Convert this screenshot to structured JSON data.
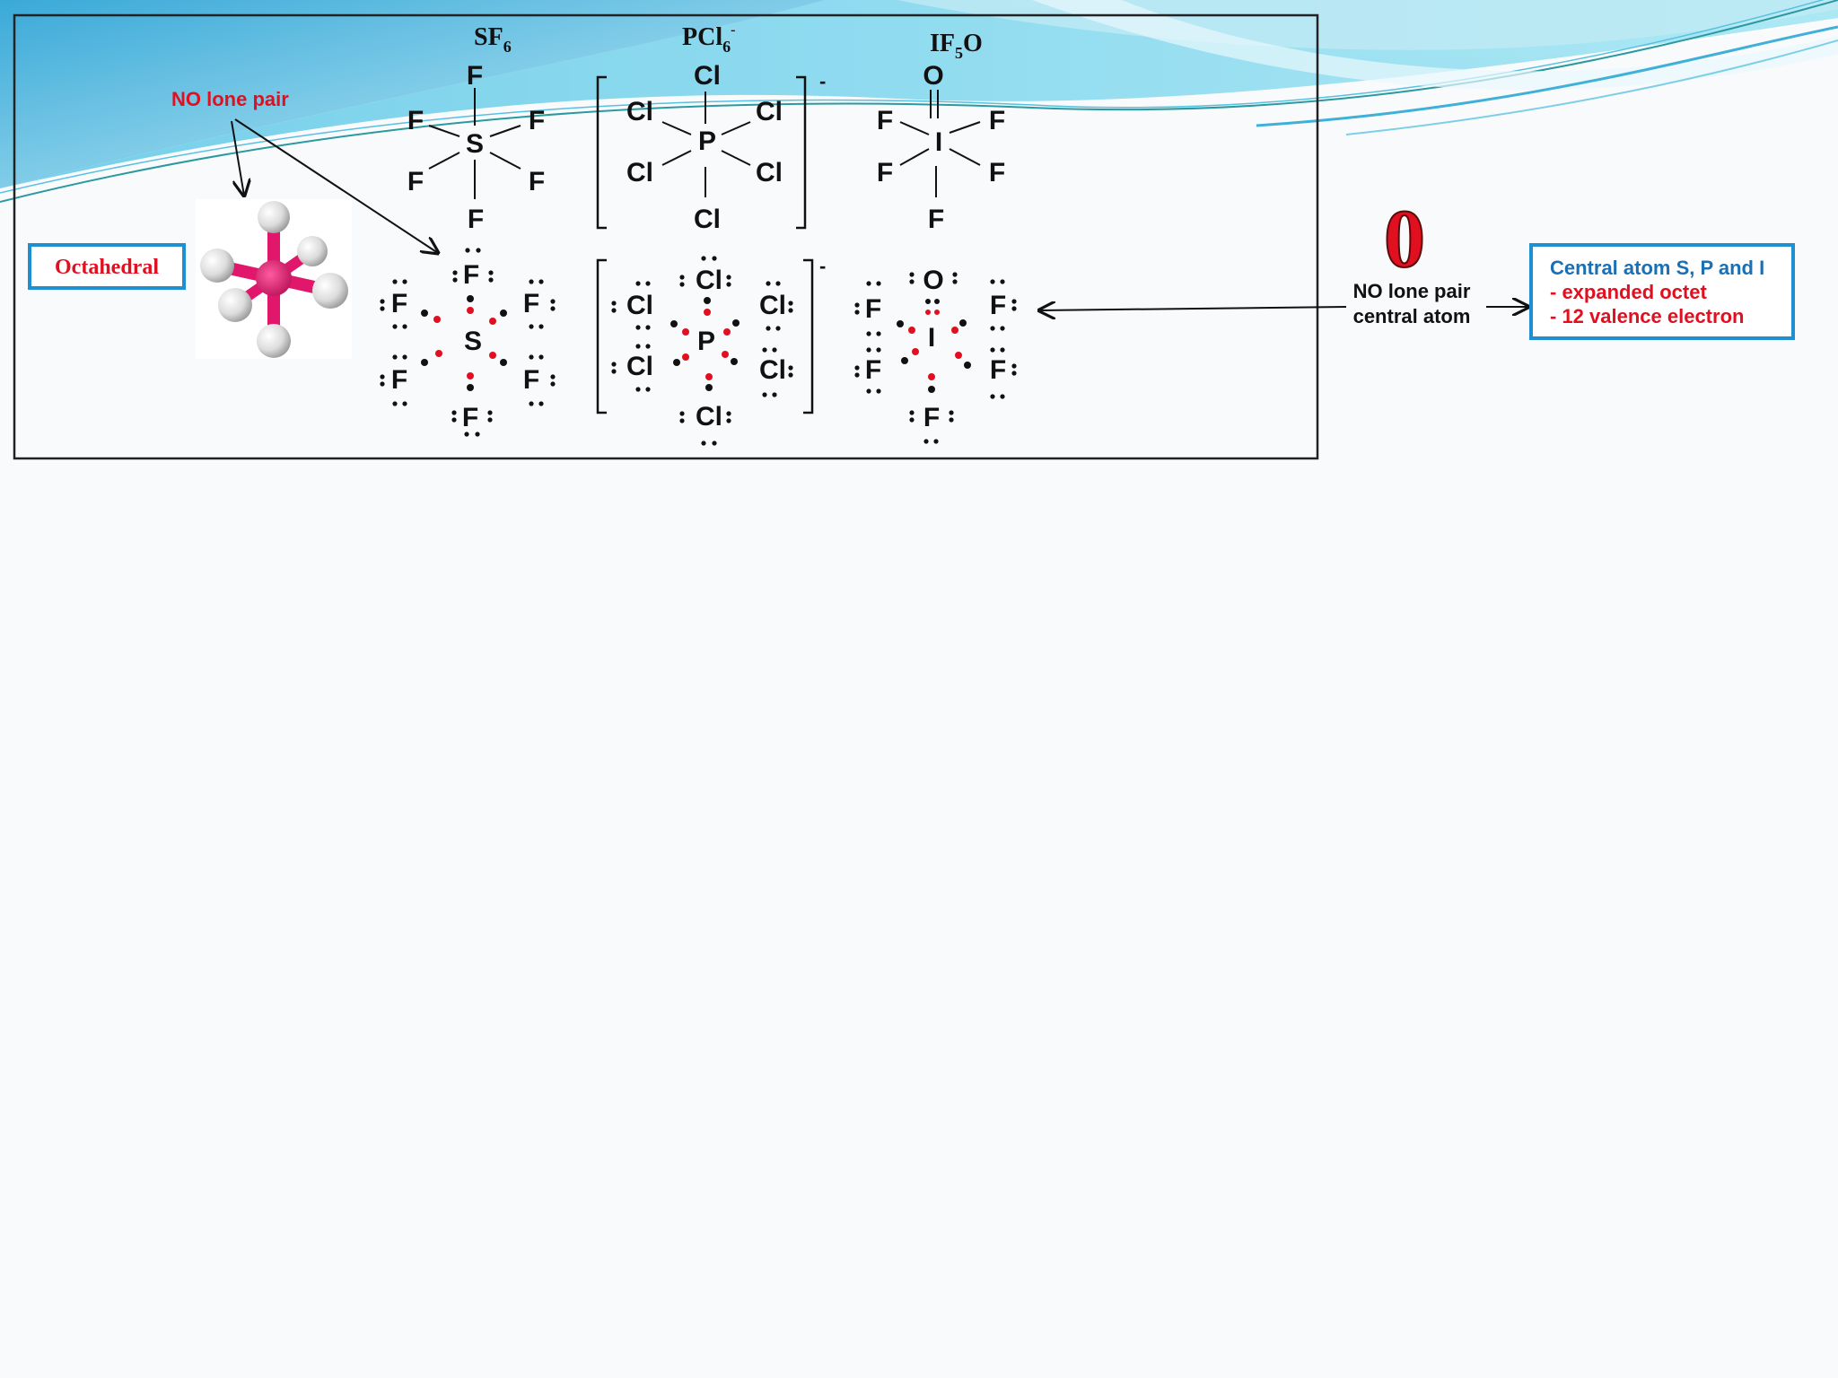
{
  "formulas": {
    "sf6": {
      "base": "SF",
      "sub": "6"
    },
    "pcl6": {
      "base": "PCl",
      "sub": "6",
      "sup": "-"
    },
    "if5o": {
      "base": "IF",
      "sub": "5",
      "tail": "O"
    }
  },
  "no_lone_pair_label": "NO lone pair",
  "octahedral_label": "Octahedral",
  "zero_value": "0",
  "central_note": {
    "line1": "NO lone pair",
    "line2": "central atom"
  },
  "info_box": {
    "line1": "Central atom S, P and I",
    "line2": "- expanded octet",
    "line3": "- 12 valence electron"
  },
  "ion_charge": "-",
  "atoms": {
    "s": "S",
    "p": "P",
    "i": "I",
    "f": "F",
    "cl": "Cl",
    "o": "O"
  },
  "colors": {
    "accent_red": "#e01020",
    "accent_blue": "#1a6fb5",
    "box_blue": "#1e8fd0",
    "bond": "#111111",
    "model_center": "#e0176a",
    "model_ball": "#e8e8e8"
  }
}
